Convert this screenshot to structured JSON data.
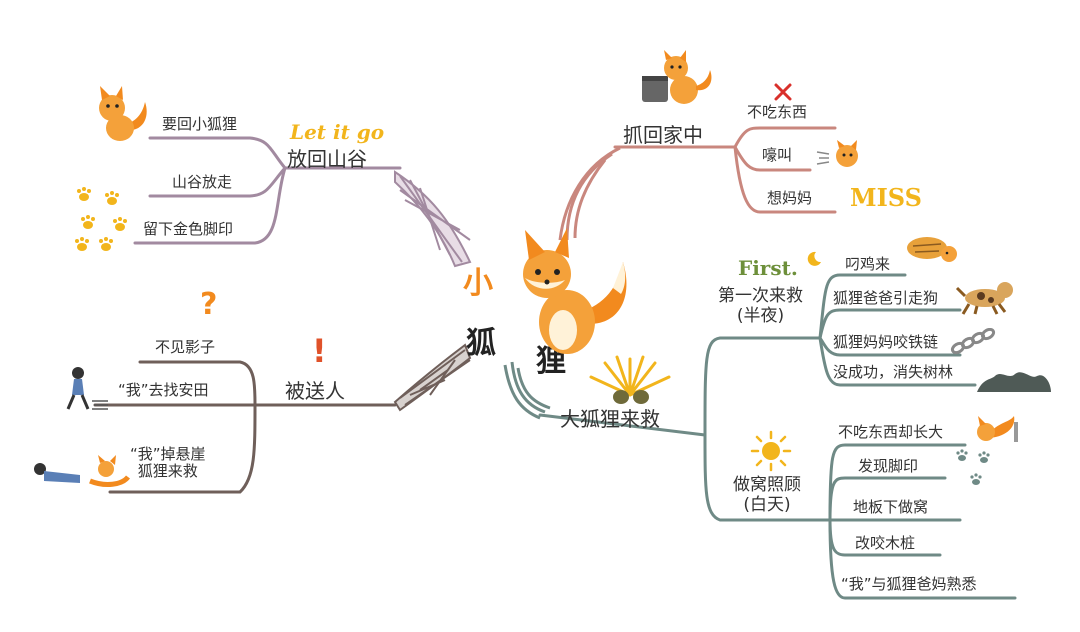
{
  "center": {
    "chars": [
      "小",
      "狐",
      "狸"
    ]
  },
  "branches": {
    "fangui": {
      "label": "放回山谷",
      "deco": "Let it go",
      "items": [
        "要回小狐狸",
        "山谷放走",
        "留下金色脚印"
      ]
    },
    "zhuahui": {
      "label": "抓回家中",
      "items": [
        "不吃东西",
        "嚎叫",
        "想妈妈"
      ],
      "deco": "MISS"
    },
    "beisong": {
      "label": "被送人",
      "items": [
        "不见影子",
        "“我”去找安田",
        "“我”掉悬崖",
        "狐狸来救"
      ]
    },
    "dahuli": {
      "label": "大狐狸来救",
      "first": {
        "label": "第一次来救",
        "sublabel": "(半夜)",
        "deco": "First.",
        "items": [
          "叼鸡来",
          "狐狸爸爸引走狗",
          "狐狸妈妈咬铁链",
          "没成功，消失树林"
        ]
      },
      "second": {
        "label": "做窝照顾",
        "sublabel": "(白天)",
        "items": [
          "不吃东西却长大",
          "发现脚印",
          "地板下做窝",
          "改咬木桩",
          "“我”与狐狸爸妈熟悉"
        ]
      }
    }
  },
  "colors": {
    "fangui": "#a28aa0",
    "zhuahui": "#c9877e",
    "beisong": "#6f5f5a",
    "dahuli": "#6f8a86",
    "fox": "#f28a1e",
    "gold": "#f2b51c"
  },
  "icons": [
    "fox-icon",
    "paw-print-icon",
    "question-mark-icon",
    "exclamation-mark-icon",
    "cross-mark-icon",
    "moon-icon",
    "sun-icon",
    "chain-icon",
    "dog-icon",
    "bread-icon",
    "forest-icon",
    "person-icon"
  ]
}
